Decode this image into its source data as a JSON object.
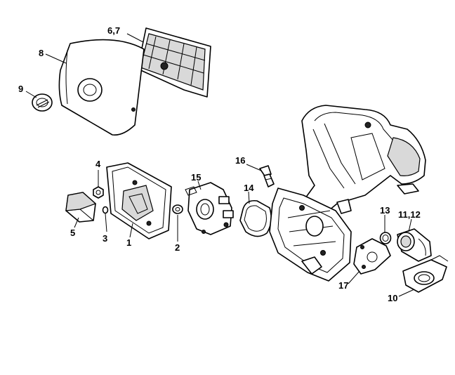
{
  "callouts": {
    "c1": "1",
    "c2": "2",
    "c3": "3",
    "c4": "4",
    "c5": "5",
    "c67": "6,7",
    "c8": "8",
    "c9": "9",
    "c10": "10",
    "c1112": "11,12",
    "c13": "13",
    "c14": "14",
    "c15": "15",
    "c16": "16",
    "c17": "17"
  }
}
